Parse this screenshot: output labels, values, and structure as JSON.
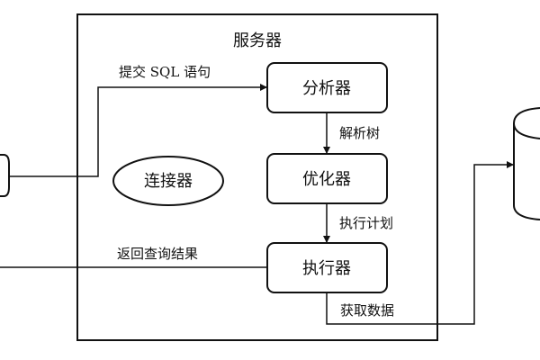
{
  "diagram": {
    "server_title": "服务器",
    "nodes": {
      "analyzer": "分析器",
      "optimizer": "优化器",
      "executor": "执行器",
      "connector": "连接器"
    },
    "edges": {
      "submit_sql": "提交 SQL 语句",
      "parse_tree": "解析树",
      "execution_plan": "执行计划",
      "return_results": "返回查询结果",
      "fetch_data": "获取数据"
    }
  }
}
